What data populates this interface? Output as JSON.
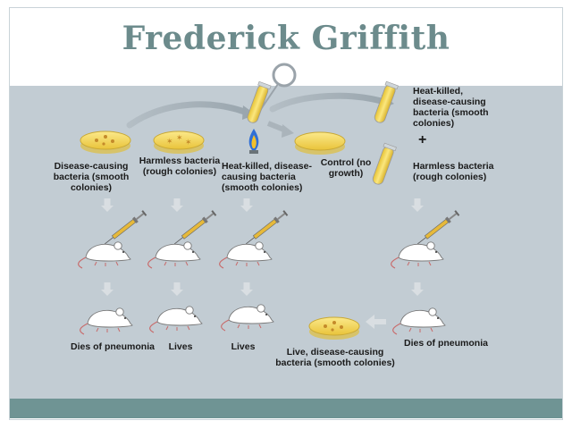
{
  "slide": {
    "title": "Frederick Griffith"
  },
  "diagram": {
    "labels": {
      "disease_causing": "Disease-causing bacteria (smooth colonies)",
      "harmless": "Harmless bacteria (rough colonies)",
      "heat_killed": "Heat-killed, disease-causing bacteria (smooth colonies)",
      "control": "Control (no growth)",
      "heat_killed_right": "Heat-killed, disease-causing bacteria (smooth colonies)",
      "plus": "+",
      "harmless_right": "Harmless bacteria (rough colonies)",
      "outcome_1": "Dies of pneumonia",
      "outcome_2": "Lives",
      "outcome_3": "Lives",
      "outcome_4": "Dies of pneumonia",
      "live_bacteria": "Live, disease-causing bacteria (smooth colonies)"
    },
    "colors": {
      "title": "#6c8b8c",
      "panel": "#c2ccd3",
      "footer": "#6f9494",
      "dish_fill": "#f3d54c",
      "colony": "#c48a2a",
      "flame": "#2f6fd6"
    },
    "icons": [
      "petri-dish-icon",
      "test-tube-icon",
      "inoculating-loop-icon",
      "flame-icon",
      "syringe-icon",
      "mouse-icon",
      "arrow-down-icon",
      "arrow-left-icon"
    ]
  }
}
